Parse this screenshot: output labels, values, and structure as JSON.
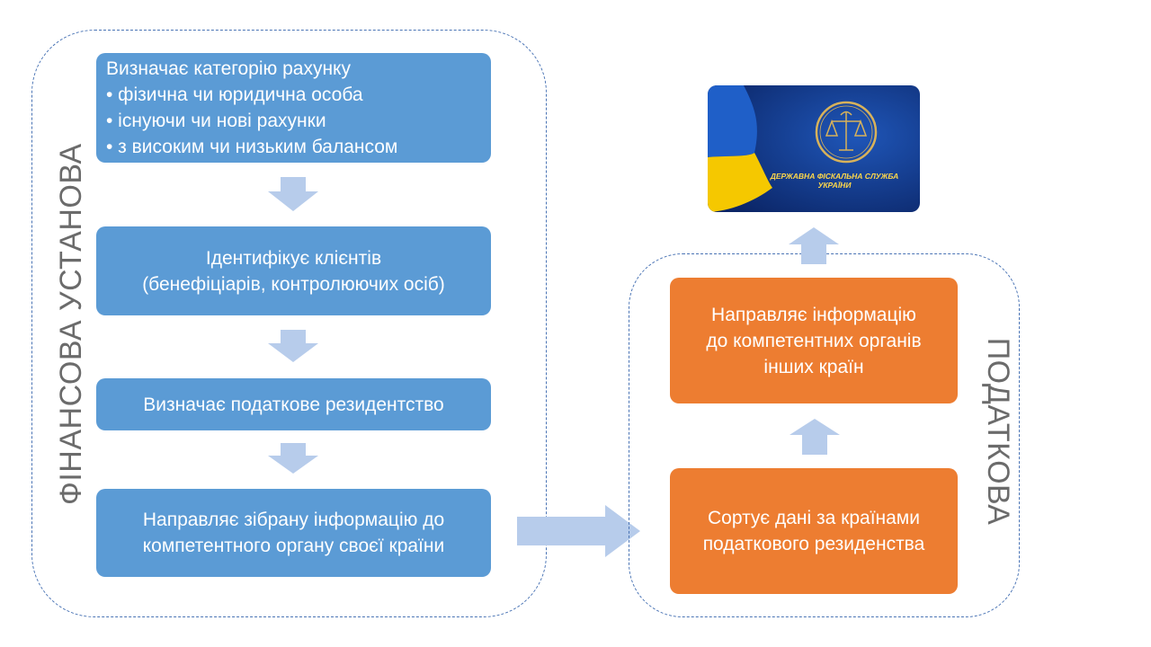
{
  "financial_institution": {
    "label": "ФІНАНСОВА УСТАНОВА",
    "step1": {
      "title": "Визначає категорію рахунку",
      "bullets": [
        "• фізична чи юридична особа",
        "• існуючи чи нові рахунки",
        "• з високим чи низьким балансом"
      ]
    },
    "step2": {
      "lines": [
        "Ідентифікує клієнтів",
        "(бенефіціарів, контролюючих осіб)"
      ]
    },
    "step3": {
      "lines": [
        "Визначає податкове резидентство"
      ]
    },
    "step4": {
      "lines": [
        "Направляє зібрану інформацію до",
        "компетентного органу своєї країни"
      ]
    }
  },
  "tax_authority": {
    "label": "ПОДАТКОВА",
    "step1": {
      "lines": [
        "Сортує дані за країнами",
        "податкового резиденства"
      ]
    },
    "step2": {
      "lines": [
        "Направляє інформацію",
        "до компетентних органів",
        "інших країн"
      ]
    }
  },
  "logo": {
    "name_line1": "ДЕРЖАВНА ФІСКАЛЬНА СЛУЖБА",
    "name_line2": "УКРАЇНИ"
  },
  "colors": {
    "blue_box": "#5b9bd5",
    "orange_box": "#ed7d31",
    "arrow": "#b7cceb",
    "group_border": "#4a74b5",
    "logo_background": "#0d2f7a",
    "flag_blue": "#1f5fc8",
    "flag_yellow": "#f5c800"
  }
}
